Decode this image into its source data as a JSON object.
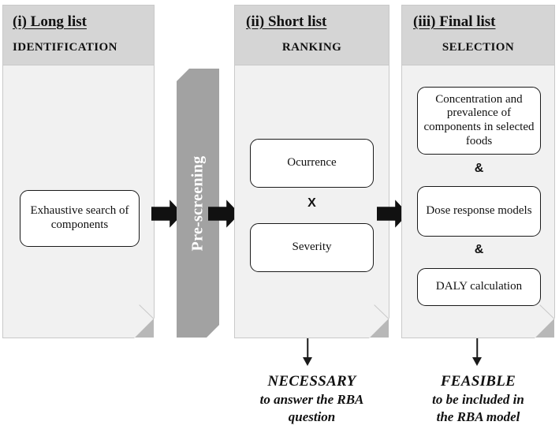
{
  "figure": {
    "type": "flow-diagram",
    "background": "#ffffff",
    "colors": {
      "panel_body": "#f1f1f1",
      "panel_header": "#d5d5d5",
      "panel_border": "#c9c9c9",
      "band": "#a2a2a2",
      "arrow": "#111111",
      "box_border": "#1a1a1a",
      "box_fill": "#ffffff",
      "fold": "#b8b8b8"
    }
  },
  "columns": [
    {
      "id": "long-list",
      "title": "(i) Long list",
      "subtitle": "IDENTIFICATION",
      "boxes": [
        {
          "text": "Exhaustive search of components"
        }
      ],
      "operators": [],
      "caption": null
    },
    {
      "id": "short-list",
      "title": "(ii) Short list",
      "subtitle": "RANKING",
      "boxes": [
        {
          "text": "Ocurrence"
        },
        {
          "text": "Severity"
        }
      ],
      "operators": [
        "X"
      ],
      "caption": {
        "headline": "NECESSARY",
        "line1": "to answer the RBA",
        "line2": "question"
      }
    },
    {
      "id": "final-list",
      "title": "(iii) Final list",
      "subtitle": "SELECTION",
      "boxes": [
        {
          "text": "Concentration and prevalence of components in selected foods"
        },
        {
          "text": "Dose response models"
        },
        {
          "text": "DALY calculation"
        }
      ],
      "operators": [
        "&",
        "&"
      ],
      "caption": {
        "headline": "FEASIBLE",
        "line1": "to be included in",
        "line2": "the RBA model"
      }
    }
  ],
  "band": {
    "label": "Pre-screening"
  },
  "arrows": {
    "block_count": 3,
    "down_count": 2
  }
}
